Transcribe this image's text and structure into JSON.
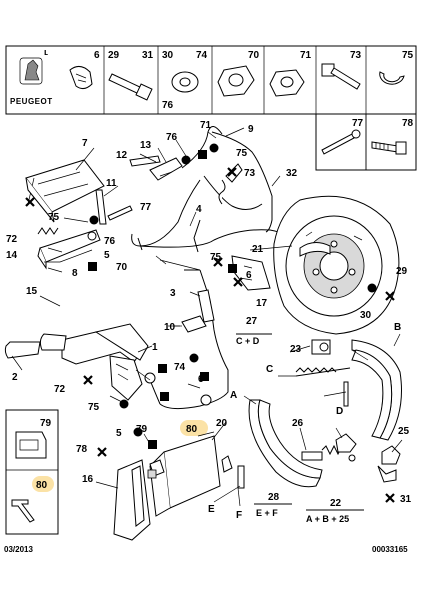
{
  "brand": {
    "name": "PEUGEOT"
  },
  "footer": {
    "date": "03/2013",
    "code": "00033165"
  },
  "header_grid": {
    "codes": [
      "6",
      "29",
      "31",
      "30",
      "74",
      "70",
      "71",
      "73",
      "75",
      "76",
      "77",
      "78"
    ],
    "left_mark": "ʟ"
  },
  "callouts": {
    "n1": "1",
    "n2": "2",
    "n3": "3",
    "n4": "4",
    "n5": "5",
    "n6": "6",
    "n7": "7",
    "n8": "8",
    "n9": "9",
    "n10": "10",
    "n11": "11",
    "n12": "12",
    "n13": "13",
    "n14": "14",
    "n15": "15",
    "n16": "16",
    "n17": "17",
    "n20": "20",
    "n21": "21",
    "n22": "22",
    "n23": "23",
    "n25": "25",
    "n26": "26",
    "n27": "27",
    "n28": "28",
    "n29": "29",
    "n30": "30",
    "n32": "32",
    "n70": "70",
    "n71": "71",
    "n72a": "72",
    "n72b": "72",
    "n73": "73",
    "n74": "74",
    "n75a": "75",
    "n75b": "75",
    "n75c": "75",
    "n75d": "75",
    "n75e": "75",
    "n76a": "76",
    "n76b": "76",
    "n77": "77",
    "n78": "78",
    "n79a": "79",
    "n79b": "79",
    "n80a": "80",
    "n80b": "80",
    "n31": "31",
    "lA": "A",
    "lB": "B",
    "lC": "C",
    "lD": "D",
    "lE": "E",
    "lF": "F"
  },
  "sublabels": {
    "cd": "C + D",
    "ef": "E + F",
    "ab25": "A + B + 25"
  },
  "highlight_color": "#fbe2a6"
}
